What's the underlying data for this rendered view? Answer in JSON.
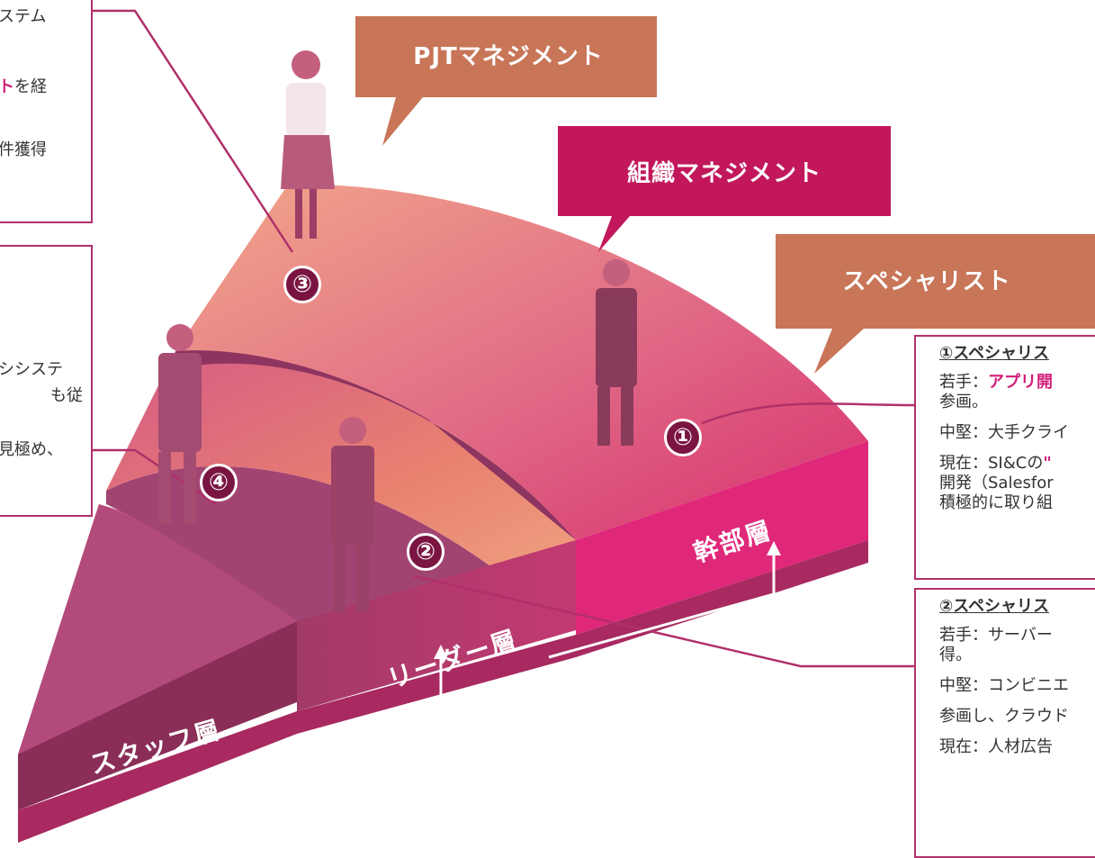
{
  "bubbles": {
    "pjt": "PJTマネジメント",
    "org": "組織マネジメント",
    "specialist": "スペシャリスト"
  },
  "levels": {
    "staff": "スタッフ層",
    "leader": "リーダー層",
    "executive": "幹部層"
  },
  "markers": [
    "①",
    "②",
    "③",
    "④"
  ],
  "panel_top_left": {
    "l1": "ステム",
    "l2_mag": "ト",
    "l2_rest": "を経",
    "l3": "件獲得"
  },
  "panel_mid_left": {
    "l1": "シシステ",
    "l2": "も従",
    "l3": "見極め、"
  },
  "panel_r1": {
    "heading": "①スペシャリス",
    "l1_label": "若手：",
    "l1_mag": "アプリ開",
    "l2": "参画。",
    "l3": "中堅：大手クライ",
    "l4_a": "現在：SI&Cの",
    "l4_b": "\"",
    "l5": "開発（Salesfor",
    "l6": "積極的に取り組"
  },
  "panel_r2": {
    "heading": "②スペシャリス",
    "l1": "若手：サーバー",
    "l2": "得。",
    "l3": "中堅：コンビニエ",
    "l4": "参画し、クラウド",
    "l5": "現在：人材広告"
  },
  "colors": {
    "accent": "#d11e7a",
    "bubble_orange": "#c87558",
    "bubble_magenta": "#c2185b",
    "border": "#b0306a"
  }
}
